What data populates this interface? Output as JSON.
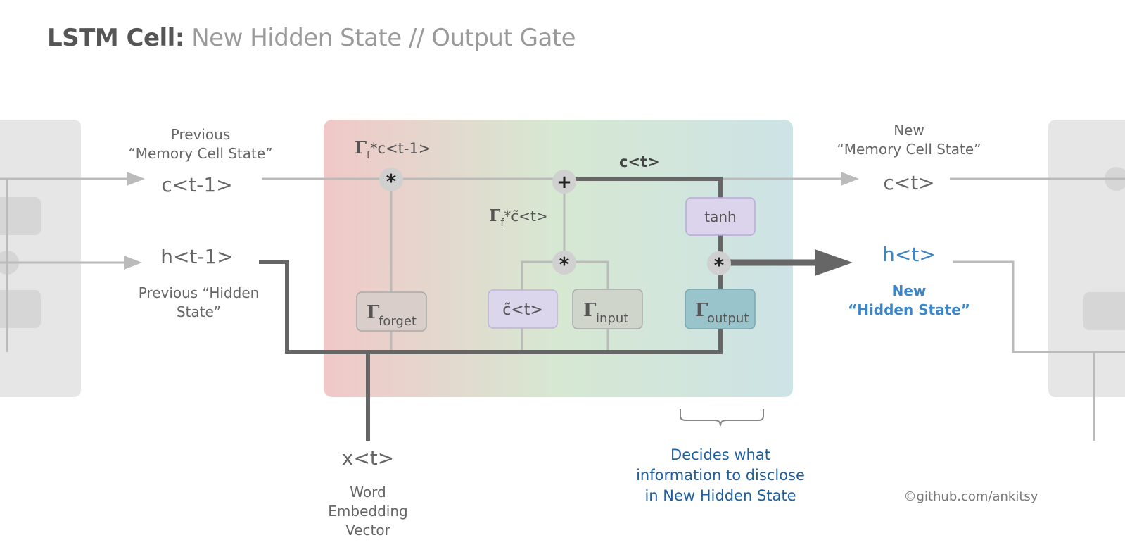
{
  "title": {
    "bold": "LSTM Cell:",
    "rest": "New Hidden State // Output Gate"
  },
  "labels": {
    "prev_memory_line1": "Previous",
    "prev_memory_line2": "“Memory Cell  State”",
    "c_prev": "c<t-1>",
    "h_prev": "h<t-1>",
    "prev_hidden_line1": "Previous “Hidden",
    "prev_hidden_line2": "State”",
    "forget_product_gamma": "Γ",
    "forget_product_sub": "f",
    "forget_product_rest": "*c<t-1>",
    "input_product_gamma": "Γ",
    "input_product_sub": "f",
    "input_product_rest": "*c̃<t>",
    "c_t_internal": "c<t>",
    "new_memory_line1": "New",
    "new_memory_line2": "“Memory Cell  State”",
    "c_new": "c<t>",
    "h_new": "h<t>",
    "new_hidden_line1": "New",
    "new_hidden_line2": "“Hidden State”",
    "x_t": "x<t>",
    "word_line1": "Word",
    "word_line2": "Embedding",
    "word_line3": "Vector",
    "decides_line1": "Decides what",
    "decides_line2": "information to disclose",
    "decides_line3": "in New Hidden State",
    "credit": "©github.com/ankitsy"
  },
  "boxes": {
    "gamma_symbol": "Γ",
    "forget_sub": "forget",
    "input_sub": "input",
    "output_sub": "output",
    "candidate": "c̃<t>",
    "tanh": "tanh"
  },
  "operators": {
    "multiply": "*",
    "add": "+"
  },
  "colors": {
    "gradient_left": "#f0c8c8",
    "gradient_mid": "#d6e8d2",
    "gradient_right": "#cde3e6",
    "main_line": "#666666",
    "light_line": "#bbbbbb",
    "forget_box": "#d9cec9",
    "candidate_box": "#dcd6ec",
    "input_box": "#d0d5cc",
    "output_box": "#9ac4cb",
    "tanh_box": "#dcd3ec",
    "hidden_blue": "#3a86c8",
    "annotation_blue": "#1f5f9e",
    "neighbor_cell": "#e6e6e6"
  },
  "icons": [
    "multiply-icon",
    "add-icon",
    "arrow-right-icon",
    "brace-icon"
  ]
}
